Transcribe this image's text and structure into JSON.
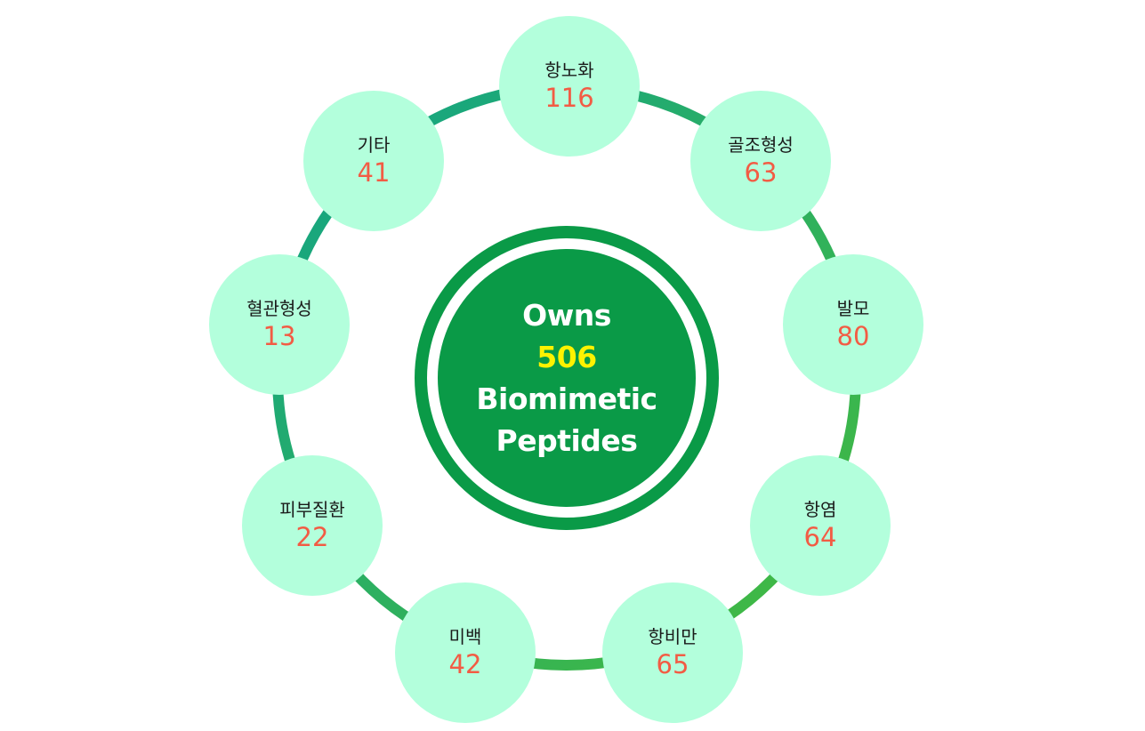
{
  "center": {
    "line1": "Owns",
    "count": "506",
    "line3": "Biomimetic",
    "line4": "Peptides"
  },
  "categories": [
    {
      "label": "항노화",
      "value": "116"
    },
    {
      "label": "골조형성",
      "value": "63"
    },
    {
      "label": "발모",
      "value": "80"
    },
    {
      "label": "항염",
      "value": "64"
    },
    {
      "label": "항비만",
      "value": "65"
    },
    {
      "label": "미백",
      "value": "42"
    },
    {
      "label": "피부질환",
      "value": "22"
    },
    {
      "label": "혈관형성",
      "value": "13"
    },
    {
      "label": "기타",
      "value": "41"
    }
  ],
  "colors": {
    "ring_start": "#11a388",
    "ring_end": "#46bb3c",
    "node_fill": "#b3ffdc",
    "center_fill": "#0a9a47",
    "count_highlight": "#fff200",
    "value_text": "#f25c44"
  }
}
